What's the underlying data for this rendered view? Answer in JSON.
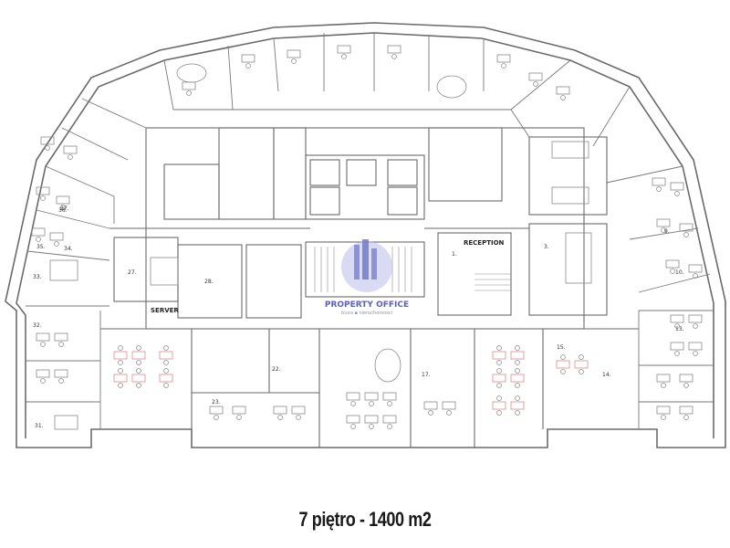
{
  "caption": "7 piętro - 1400 m2",
  "watermark": {
    "brand": "PROPERTY OFFICE",
    "tagline": "biura ▪ nieruchomości"
  },
  "rooms": {
    "server": "SERVER",
    "reception": "RECEPTION",
    "r31": "31.",
    "r32": "32.",
    "r33": "33.",
    "r34": "34.",
    "r35": "35.",
    "r36": "36.",
    "r37": "37.",
    "r23": "23.",
    "r22": "22.",
    "r17": "17.",
    "r15": "15.",
    "r14": "14.",
    "r13": "13.",
    "r10": "10.",
    "r9": "9.",
    "r3": "3.",
    "r1": "1.",
    "r27": "27.",
    "r28": "28."
  },
  "colors": {
    "line": "#6a6a6a",
    "furniture": "#9a9a9a",
    "accent": "#d98b8b",
    "watermark": "#5a62b8"
  }
}
